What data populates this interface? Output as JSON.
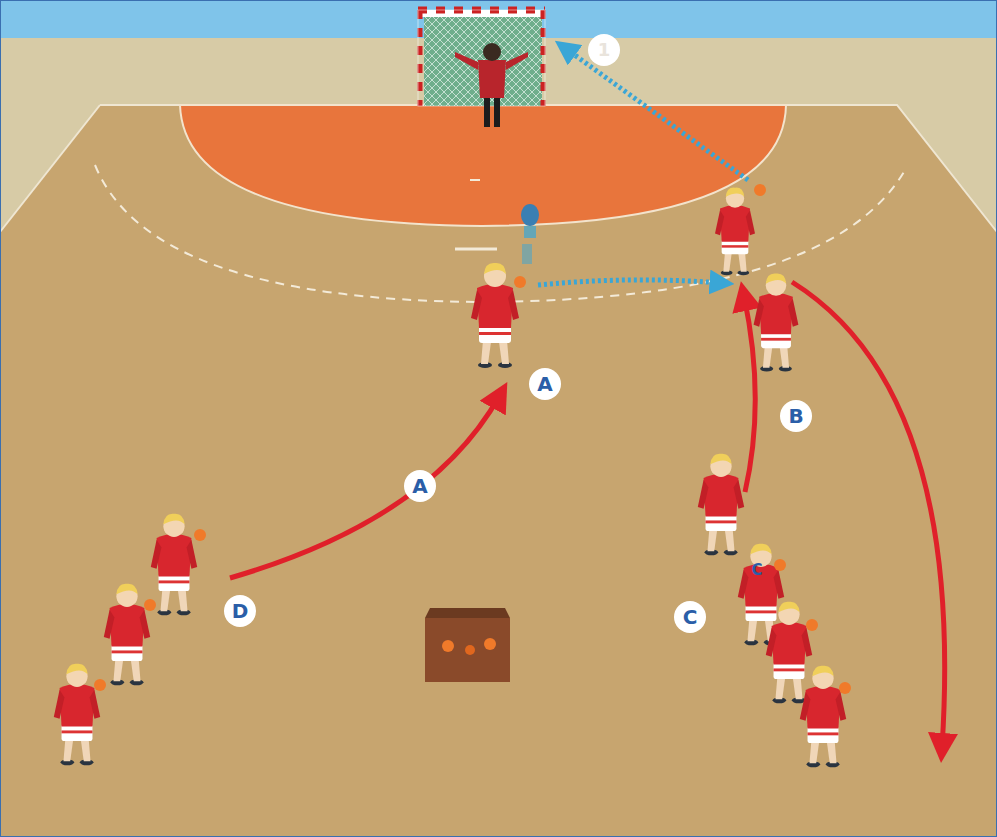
{
  "diagram": {
    "labels": [
      "1",
      "A",
      "B",
      "A",
      "C",
      "D",
      "C"
    ]
  }
}
